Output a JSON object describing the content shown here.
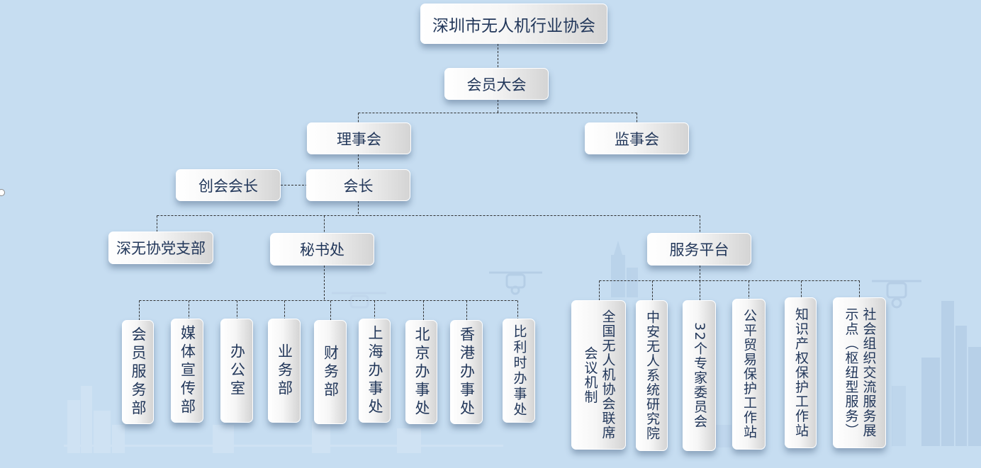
{
  "colors": {
    "background": "#c6ddf1",
    "text": "#22375a",
    "connector": "#2f2f2f"
  },
  "root": {
    "label": "深圳市无人机行业协会"
  },
  "general_assembly": {
    "label": "会员大会"
  },
  "council": {
    "label": "理事会"
  },
  "supervisory_board": {
    "label": "监事会"
  },
  "founding_president": {
    "label": "创会会长"
  },
  "president": {
    "label": "会长"
  },
  "party_branch": {
    "label": "深无协党支部"
  },
  "secretariat": {
    "label": "秘书处",
    "departments": [
      "会员服务部",
      "媒体宣传部",
      "办公室",
      "业务部",
      "财务部",
      "上海办事处",
      "北京办事处",
      "香港办事处",
      "比利时办事处"
    ]
  },
  "service_platform": {
    "label": "服务平台",
    "units": [
      "全国无人机协会联席会议机制",
      "中安无人系统研究院",
      "32个专家委员会",
      "公平贸易保护工作站",
      "知识产权保护工作站",
      "社会组织交流服务展示点（枢纽型服务）"
    ]
  }
}
